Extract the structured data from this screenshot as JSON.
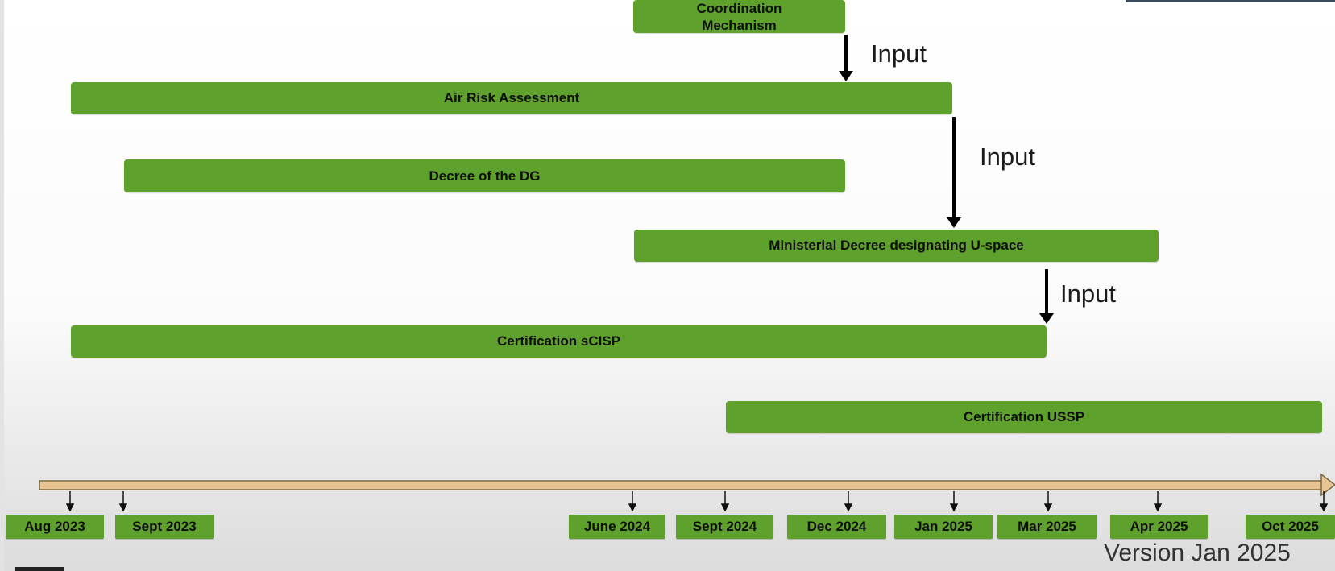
{
  "bars": {
    "coordination": [
      "Coordination",
      "Mechanism"
    ],
    "air_risk": "Air Risk Assessment",
    "decree_dg": "Decree of the DG",
    "ministerial": "Ministerial Decree designating U-space",
    "cert_scisp": "Certification sCISP",
    "cert_ussp": "Certification USSP"
  },
  "inputs": {
    "label_1": "Input",
    "label_2": "Input",
    "label_3": "Input"
  },
  "timeline": {
    "color": "#e9c493",
    "dates": [
      "Aug 2023",
      "Sept 2023",
      "June 2024",
      "Sept 2024",
      "Dec 2024",
      "Jan 2025",
      "Mar 2025",
      "Apr 2025",
      "Oct 2025"
    ]
  },
  "version": "Version Jan 2025",
  "colors": {
    "bar_green": "#5ea12c",
    "text": "#0f0f0f",
    "timeline": "#e9c493"
  }
}
